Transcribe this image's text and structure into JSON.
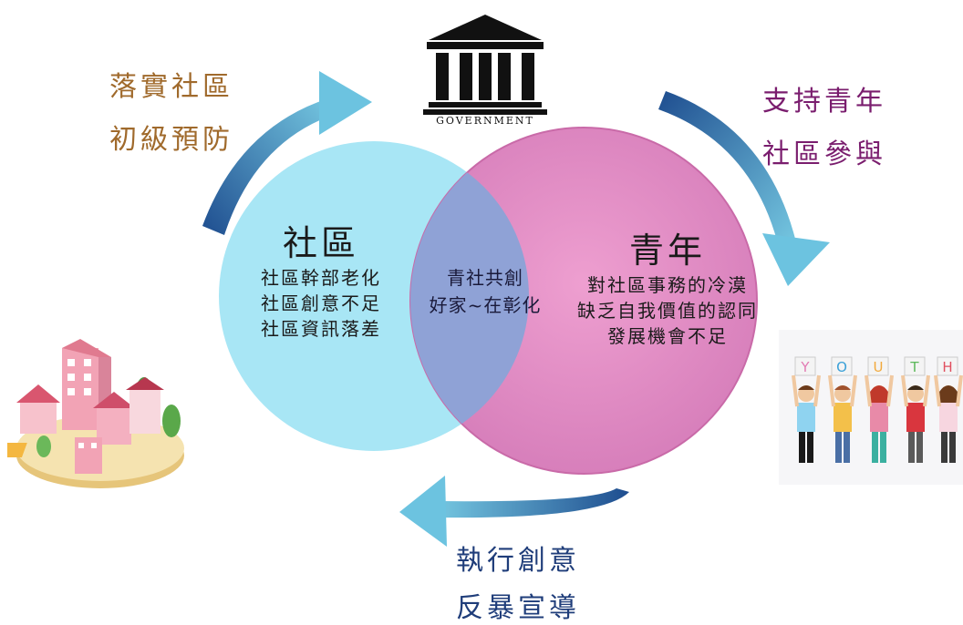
{
  "government": {
    "caption": "GOVERNMENT"
  },
  "left_caption": {
    "line1": "落實社區",
    "line2": "初級預防"
  },
  "right_caption": {
    "line1": "支持青年",
    "line2": "社區參與"
  },
  "bottom_caption": {
    "line1": "執行創意",
    "line2": "反暴宣導"
  },
  "community": {
    "heading": "社區",
    "lines": [
      "社區幹部老化",
      "社區創意不足",
      "社區資訊落差"
    ]
  },
  "youth": {
    "heading": "青年",
    "lines": [
      "對社區事務的冷漠",
      "缺乏自我價值的認同",
      "發展機會不足"
    ]
  },
  "overlap": {
    "line1": "青社共創",
    "line2": "好家~在彰化"
  },
  "youth_image": {
    "letters": [
      "Y",
      "O",
      "U",
      "T",
      "H"
    ]
  },
  "colors": {
    "community_circle": "#a8e6f5",
    "youth_circle": "#e8a0cc",
    "overlap": "#8fa2d6",
    "arrow_dark": "#1e4d8f",
    "arrow_light": "#6cc3e0"
  }
}
